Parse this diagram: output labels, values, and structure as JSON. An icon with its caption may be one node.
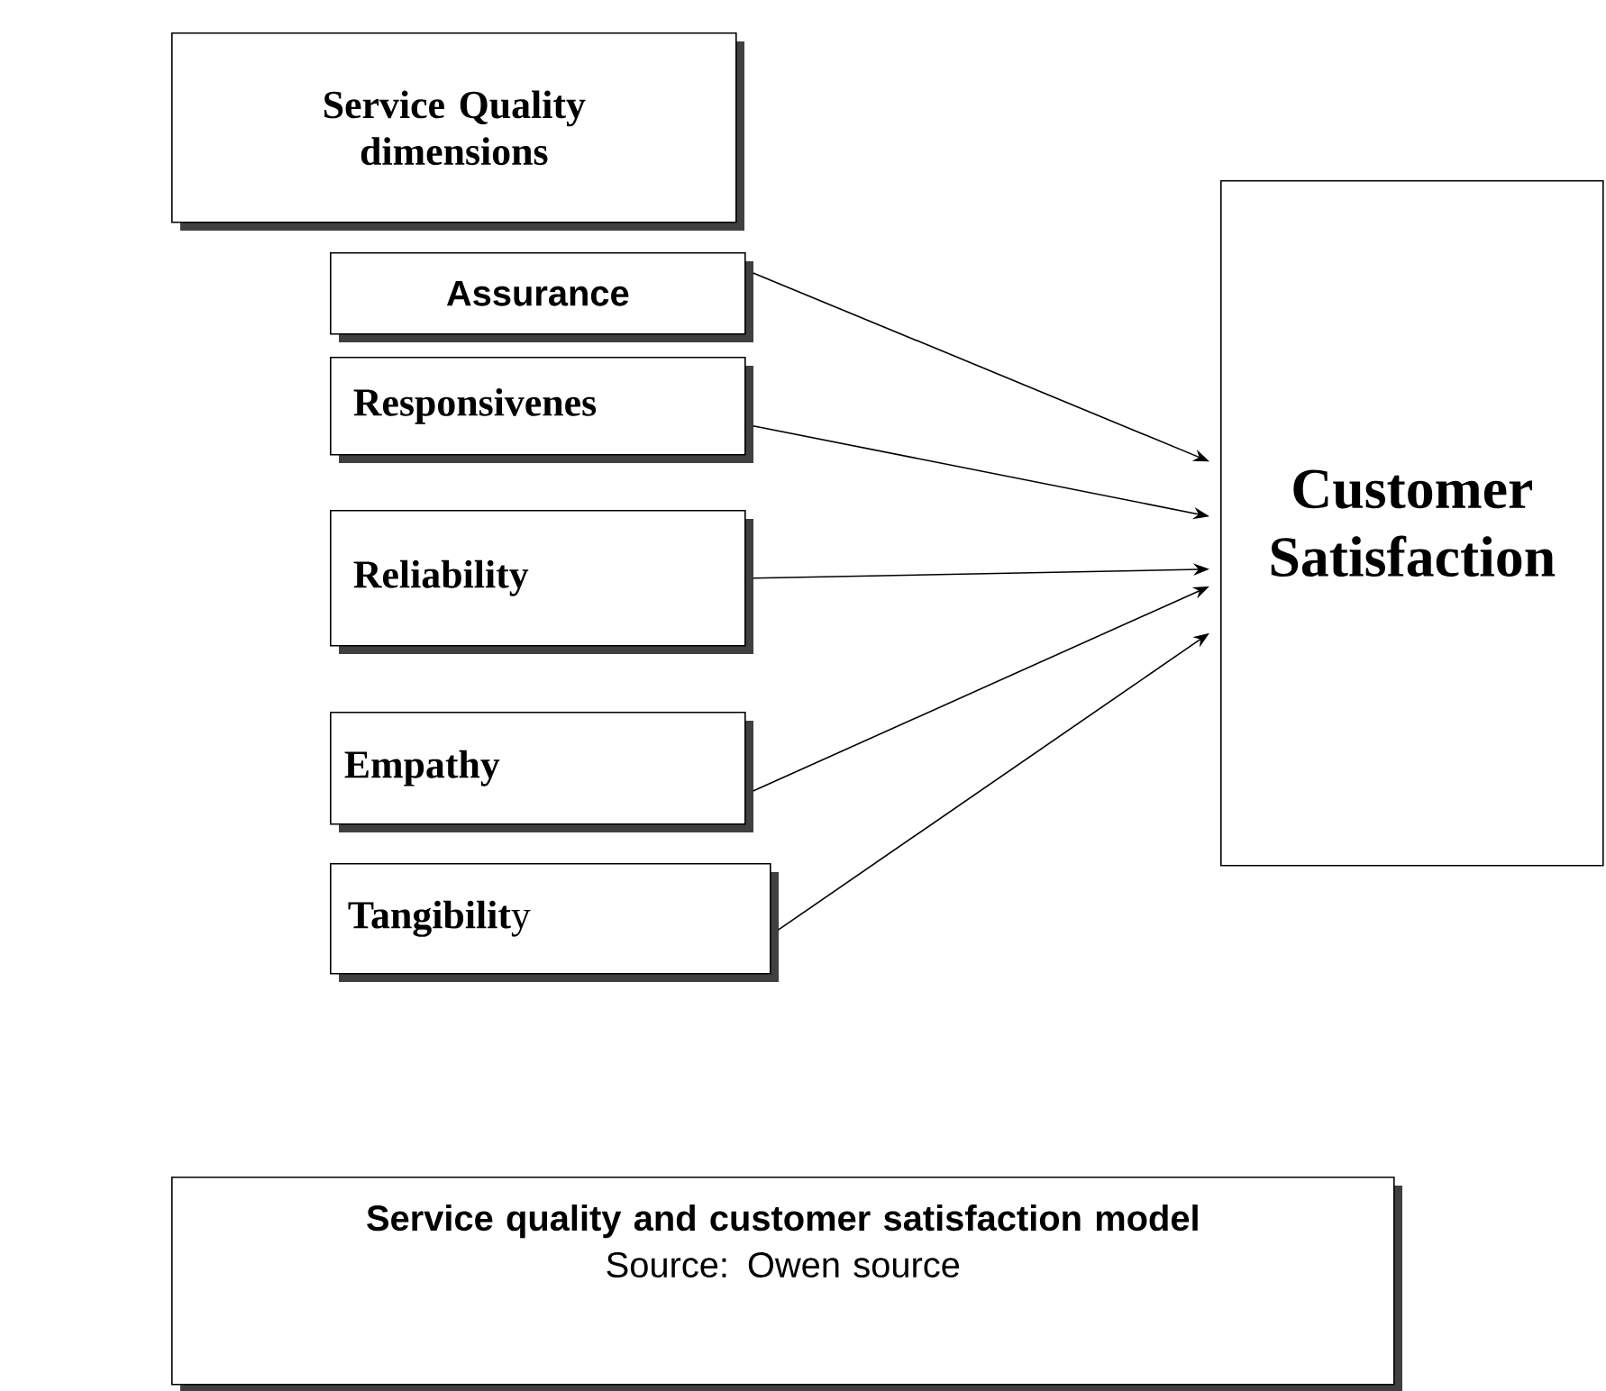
{
  "diagram": {
    "nodes": [
      {
        "text": [
          "Service Quality dimensions"
        ]
      },
      {
        "text": [
          "Assurance"
        ]
      },
      {
        "text": [
          "Responsivenes"
        ]
      },
      {
        "text": [
          "Reliability"
        ]
      },
      {
        "text": [
          "Empathy"
        ]
      },
      {
        "text": [
          "**Tangibilit**y"
        ]
      },
      {
        "text": [
          "Customer Satisfaction"
        ]
      },
      {
        "text": [
          "Service quality and customer satisfaction model",
          "Source: Owen source"
        ]
      }
    ],
    "edges": [
      {
        "from": 1,
        "to": 6,
        "arrow": "to"
      },
      {
        "from": 2,
        "to": 6,
        "arrow": "to"
      },
      {
        "from": 3,
        "to": 6,
        "arrow": "to"
      },
      {
        "from": 4,
        "to": 6,
        "arrow": "to"
      },
      {
        "from": 5,
        "to": 6,
        "arrow": "to"
      }
    ]
  }
}
